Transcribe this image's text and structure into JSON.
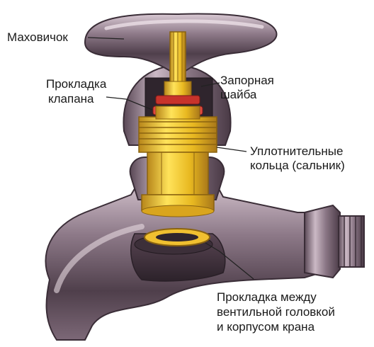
{
  "labels": {
    "handwheel": "Маховичок",
    "valve_gasket": [
      "Прокладка",
      "клапана"
    ],
    "lock_washer": [
      "Запорная",
      "шайба"
    ],
    "seal_rings": [
      "Уплотнительные",
      "кольца (сальник)"
    ],
    "body_gasket": [
      "Прокладка между",
      "вентильной головкой",
      "и корпусом крана"
    ]
  },
  "colors": {
    "body_metal": "#6e5a68",
    "body_highlight": "#c9b7c3",
    "brass": "#e8b820",
    "brass_dark": "#b7861a",
    "gasket_red": "#c8332b",
    "leader_line": "#222222"
  }
}
